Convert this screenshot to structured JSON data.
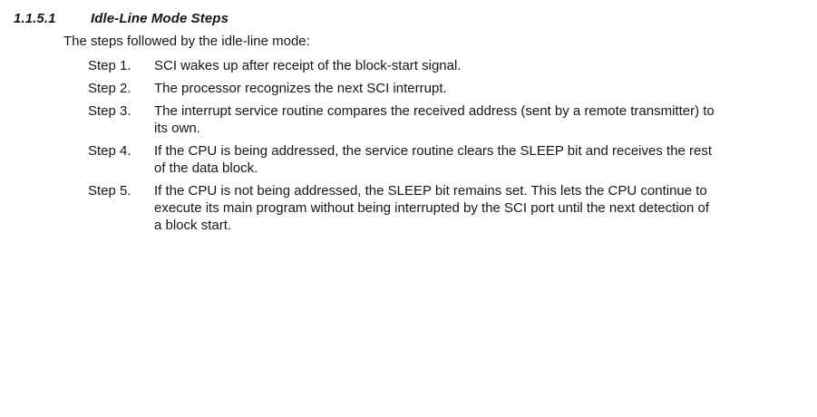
{
  "page": {
    "background_color": "#ffffff",
    "text_color": "#161616"
  },
  "heading": {
    "number": "1.1.5.1",
    "title": "Idle-Line Mode Steps"
  },
  "intro": "The steps followed by the idle-line mode:",
  "steps": [
    {
      "label": "Step 1.",
      "text": "SCI wakes up after receipt of the block-start signal."
    },
    {
      "label": "Step 2.",
      "text": "The processor recognizes the next SCI interrupt."
    },
    {
      "label": "Step 3.",
      "text": "The interrupt service routine compares the received address (sent by a remote transmitter) to\nits own."
    },
    {
      "label": "Step 4.",
      "text": "If the CPU is being addressed, the service routine clears the SLEEP bit and receives the rest\nof the data block."
    },
    {
      "label": "Step 5.",
      "text": "If the CPU is not being addressed, the SLEEP bit remains set. This lets the CPU continue to\nexecute its main program without being interrupted by the SCI port until the next detection of\na block start."
    }
  ]
}
